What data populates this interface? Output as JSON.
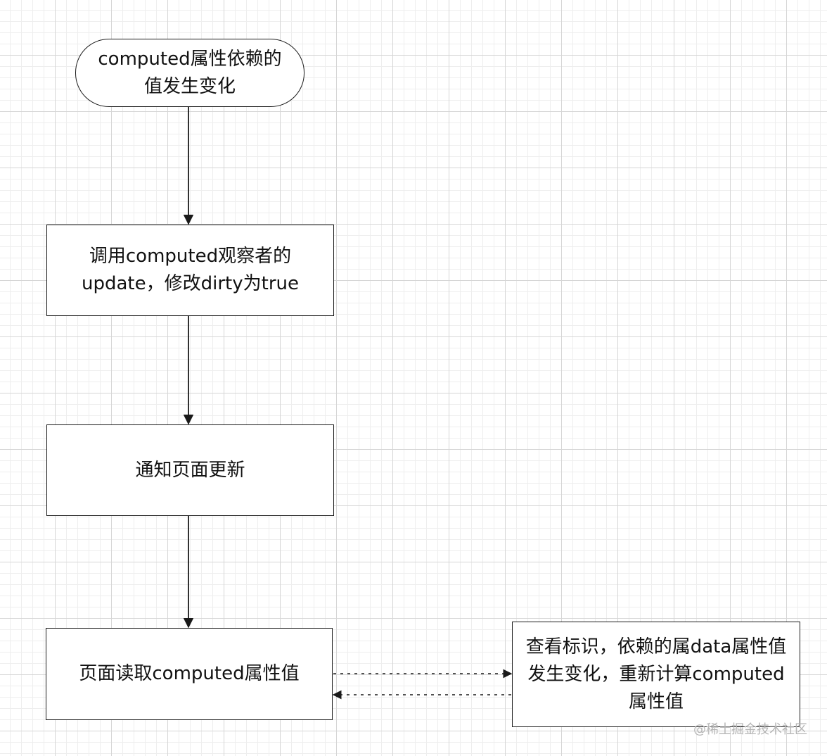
{
  "nodes": {
    "start": "computed属性依赖的值发生变化",
    "update": "调用computed观察者的update，修改dirty为true",
    "notify": "通知页面更新",
    "read": "页面读取computed属性值",
    "recalc": "查看标识，依赖的属data属性值发生变化，重新计算computed属性值"
  },
  "watermark": "@稀土掘金技术社区",
  "colors": {
    "stroke": "#1a1a1a",
    "grid_major": "#d6d6d6",
    "grid_minor": "#eeeeee"
  }
}
